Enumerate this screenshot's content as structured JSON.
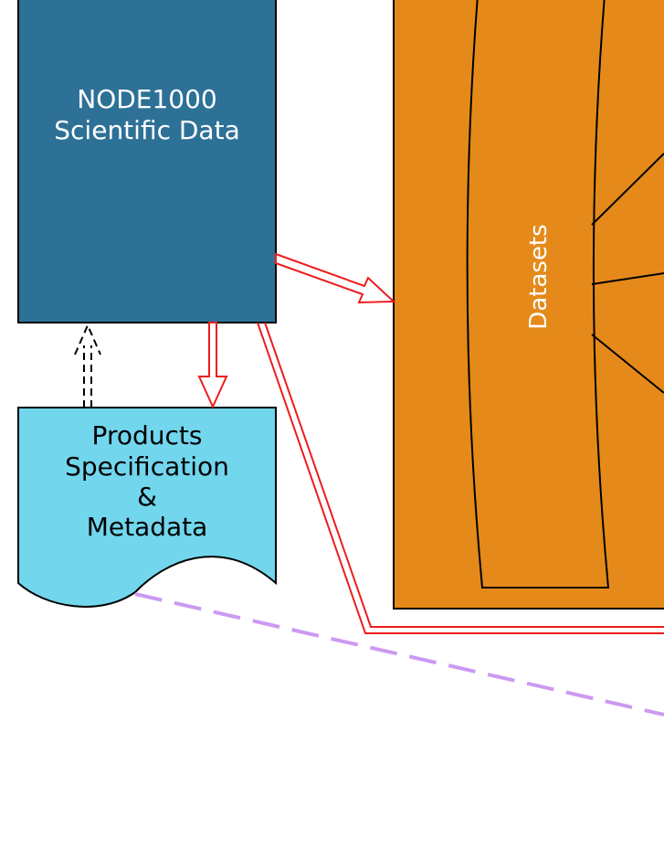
{
  "node": {
    "title_line1": "NODE1000",
    "title_line2": "Scientific Data",
    "fill_color": "#2e7197"
  },
  "products_doc": {
    "line1": "Products",
    "line2": "Specification",
    "line3": "&",
    "line4": "Metadata",
    "fill_color": "#72d6ed"
  },
  "datasets_panel": {
    "label": "Datasets",
    "fill_color": "#e58a1a"
  },
  "connectors": {
    "data_flow_color": "#ee1c1c",
    "reference_color": "#cc99f2",
    "dependency_color": "#000000"
  }
}
